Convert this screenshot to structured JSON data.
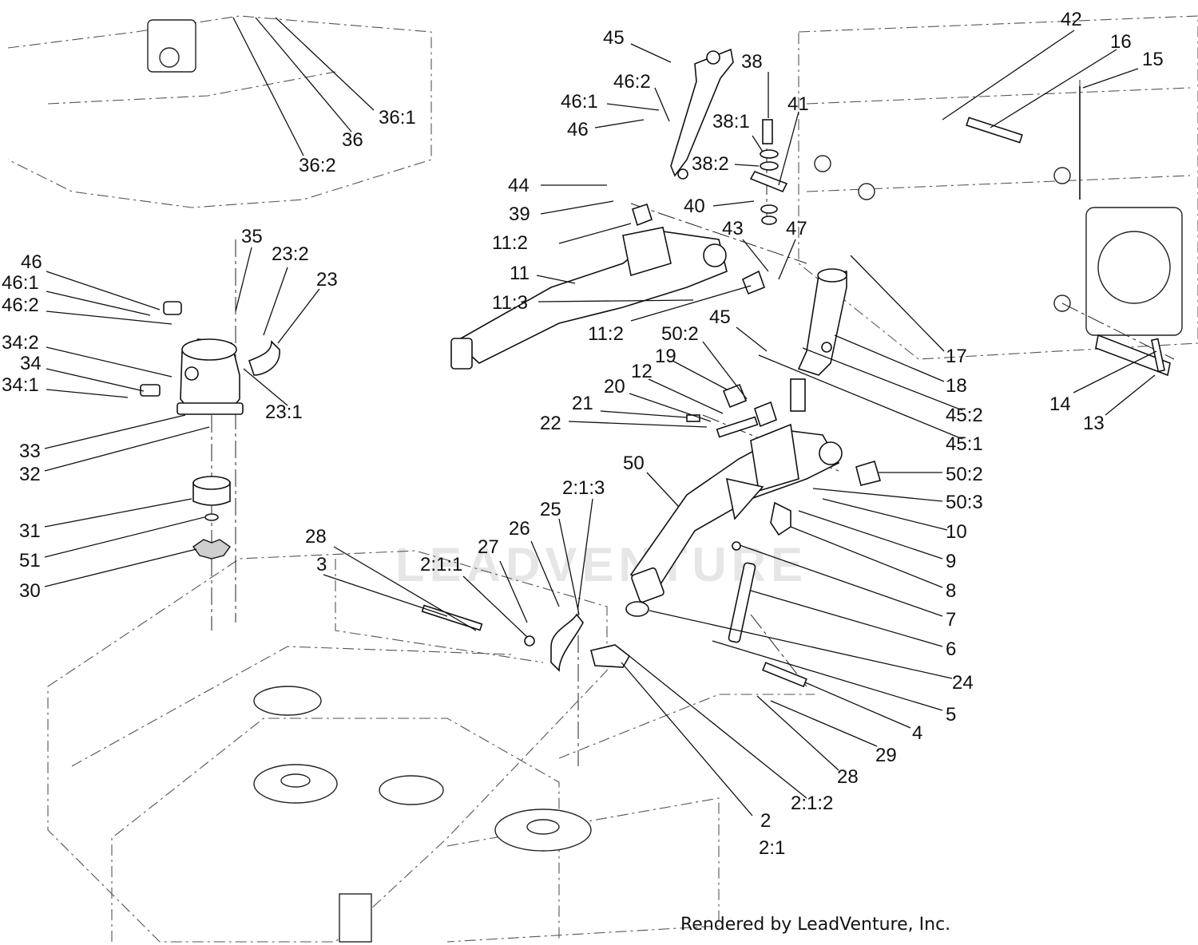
{
  "diagram": {
    "callouts": [
      {
        "id": "c45a",
        "label": "45"
      },
      {
        "id": "c38",
        "label": "38"
      },
      {
        "id": "c42",
        "label": "42"
      },
      {
        "id": "c16",
        "label": "16"
      },
      {
        "id": "c15",
        "label": "15"
      },
      {
        "id": "c46_2a",
        "label": "46:2"
      },
      {
        "id": "c46_1a",
        "label": "46:1"
      },
      {
        "id": "c46a",
        "label": "46"
      },
      {
        "id": "c41",
        "label": "41"
      },
      {
        "id": "c38_1",
        "label": "38:1"
      },
      {
        "id": "c38_2",
        "label": "38:2"
      },
      {
        "id": "c36_1",
        "label": "36:1"
      },
      {
        "id": "c36",
        "label": "36"
      },
      {
        "id": "c36_2",
        "label": "36:2"
      },
      {
        "id": "c44",
        "label": "44"
      },
      {
        "id": "c39",
        "label": "39"
      },
      {
        "id": "c40",
        "label": "40"
      },
      {
        "id": "c11_2a",
        "label": "11:2"
      },
      {
        "id": "c43",
        "label": "43"
      },
      {
        "id": "c47",
        "label": "47"
      },
      {
        "id": "c35",
        "label": "35"
      },
      {
        "id": "c23_2",
        "label": "23:2"
      },
      {
        "id": "c23",
        "label": "23"
      },
      {
        "id": "c46b",
        "label": "46"
      },
      {
        "id": "c46_1b",
        "label": "46:1"
      },
      {
        "id": "c46_2b",
        "label": "46:2"
      },
      {
        "id": "c11",
        "label": "11"
      },
      {
        "id": "c11_3",
        "label": "11:3"
      },
      {
        "id": "c34_2",
        "label": "34:2"
      },
      {
        "id": "c34",
        "label": "34"
      },
      {
        "id": "c34_1",
        "label": "34:1"
      },
      {
        "id": "c45b",
        "label": "45"
      },
      {
        "id": "c11_2b",
        "label": "11:2"
      },
      {
        "id": "c50_2a",
        "label": "50:2"
      },
      {
        "id": "c17",
        "label": "17"
      },
      {
        "id": "c19",
        "label": "19"
      },
      {
        "id": "c18",
        "label": "18"
      },
      {
        "id": "c12",
        "label": "12"
      },
      {
        "id": "c23_1",
        "label": "23:1"
      },
      {
        "id": "c20",
        "label": "20"
      },
      {
        "id": "c45_2",
        "label": "45:2"
      },
      {
        "id": "c14",
        "label": "14"
      },
      {
        "id": "c21",
        "label": "21"
      },
      {
        "id": "c13",
        "label": "13"
      },
      {
        "id": "c22",
        "label": "22"
      },
      {
        "id": "c45_1",
        "label": "45:1"
      },
      {
        "id": "c33",
        "label": "33"
      },
      {
        "id": "c32",
        "label": "32"
      },
      {
        "id": "c50",
        "label": "50"
      },
      {
        "id": "c50_2b",
        "label": "50:2"
      },
      {
        "id": "c2_1_3",
        "label": "2:1:3"
      },
      {
        "id": "c50_3",
        "label": "50:3"
      },
      {
        "id": "c25",
        "label": "25"
      },
      {
        "id": "c26",
        "label": "26"
      },
      {
        "id": "c31",
        "label": "31"
      },
      {
        "id": "c10",
        "label": "10"
      },
      {
        "id": "c28a",
        "label": "28"
      },
      {
        "id": "c27",
        "label": "27"
      },
      {
        "id": "c51",
        "label": "51"
      },
      {
        "id": "c9",
        "label": "9"
      },
      {
        "id": "c3",
        "label": "3"
      },
      {
        "id": "c2_1_1",
        "label": "2:1:1"
      },
      {
        "id": "c30",
        "label": "30"
      },
      {
        "id": "c8",
        "label": "8"
      },
      {
        "id": "c7",
        "label": "7"
      },
      {
        "id": "c6",
        "label": "6"
      },
      {
        "id": "c24",
        "label": "24"
      },
      {
        "id": "c5",
        "label": "5"
      },
      {
        "id": "c4",
        "label": "4"
      },
      {
        "id": "c29",
        "label": "29"
      },
      {
        "id": "c28b",
        "label": "28"
      },
      {
        "id": "c2_1_2",
        "label": "2:1:2"
      },
      {
        "id": "c2",
        "label": "2"
      },
      {
        "id": "c2_1",
        "label": "2:1"
      }
    ]
  },
  "watermark": "LEADVENTURE",
  "credit": "Rendered by LeadVenture, Inc."
}
